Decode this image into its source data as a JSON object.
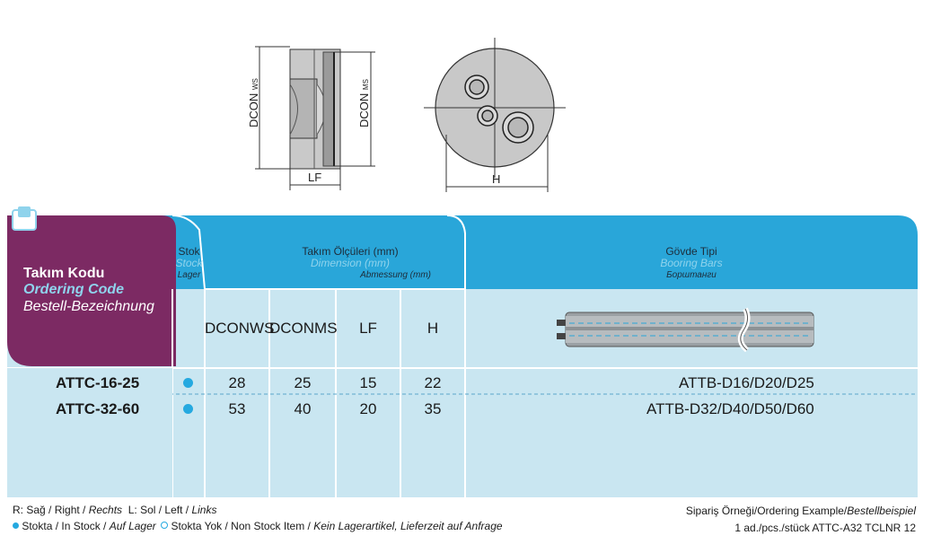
{
  "drawing": {
    "left_label_dconws": "DCON",
    "left_label_dconws_sub": "WS",
    "left_label_dconms": "DCON",
    "left_label_dconms_sub": "MS",
    "left_label_lf": "LF",
    "right_label_h": "H"
  },
  "header": {
    "title_tr": "Takım Kodu",
    "title_en": "Ordering Code",
    "title_de": "Bestell-Bezeichnung",
    "stock_tr": "Stok",
    "stock_en": "Stock",
    "stock_de": "Lager",
    "dims_tr": "Takım Ölçüleri (mm)",
    "dims_en": "Dimension (mm)",
    "dims_de": "Abmessung (mm)",
    "body_tr": "Gövde Tipi",
    "body_en": "Booring Bars",
    "body_ru": "Борштанги"
  },
  "columns": [
    "DCONWS",
    "DCONMS",
    "LF",
    "H"
  ],
  "rows": [
    {
      "code": "ATTC-16-25",
      "stock": "in-stock",
      "dconws": "28",
      "dconms": "25",
      "lf": "15",
      "h": "22",
      "body": "ATTB-D16/D20/D25"
    },
    {
      "code": "ATTC-32-60",
      "stock": "in-stock",
      "dconws": "53",
      "dconms": "40",
      "lf": "20",
      "h": "35",
      "body": "ATTB-D32/D40/D50/D60"
    }
  ],
  "footer": {
    "hand_tr": "R: Sağ / Right / ",
    "hand_de": "Rechts",
    "left_tr": "  L: Sol / Left / ",
    "left_de": "Links",
    "stock_tr": "Stokta / In Stock / ",
    "stock_de": "Auf Lager",
    "nonstock_tr": "Stokta Yok / Non Stock Item / ",
    "nonstock_de": "Kein Lagerartikel, Lieferzeit auf Anfrage",
    "example_label": "Sipariş Örneği/Ordering Example/",
    "example_label_de": "Bestellbeispiel",
    "example_value": "1 ad./pcs./stück ATTC-A32 TCLNR 12"
  },
  "colors": {
    "header_blue": "#29a6d9",
    "body_light_blue": "#c9e6f1",
    "title_purple": "#7c2a63",
    "stock_dot": "#25a9e0"
  }
}
